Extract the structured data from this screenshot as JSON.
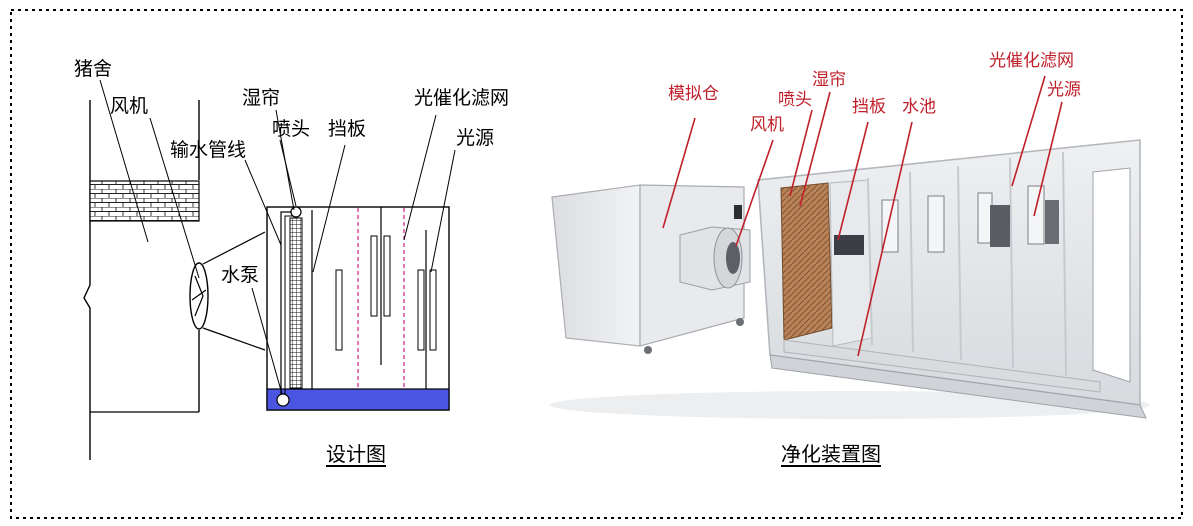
{
  "design": {
    "caption": "设计图",
    "labels": {
      "pig_house": "猪舍",
      "fan": "风机",
      "water_pipe": "输水管线",
      "wet_curtain": "湿帘",
      "nozzle": "喷头",
      "baffle": "挡板",
      "photocatalytic_filter": "光催化滤网",
      "light_source": "光源",
      "water_pump": "水泵"
    }
  },
  "device": {
    "caption": "净化装置图",
    "labels": {
      "simulation_chamber": "模拟仓",
      "fan": "风机",
      "nozzle": "喷头",
      "wet_curtain": "湿帘",
      "baffle": "挡板",
      "water_tank": "水池",
      "photocatalytic_filter": "光催化滤网",
      "light_source": "光源"
    }
  },
  "colors": {
    "water": "#4a55e0",
    "dashed_divider": "#cc1f8a",
    "label_red": "#c0202a",
    "device_frame": "#c7c9cc"
  }
}
